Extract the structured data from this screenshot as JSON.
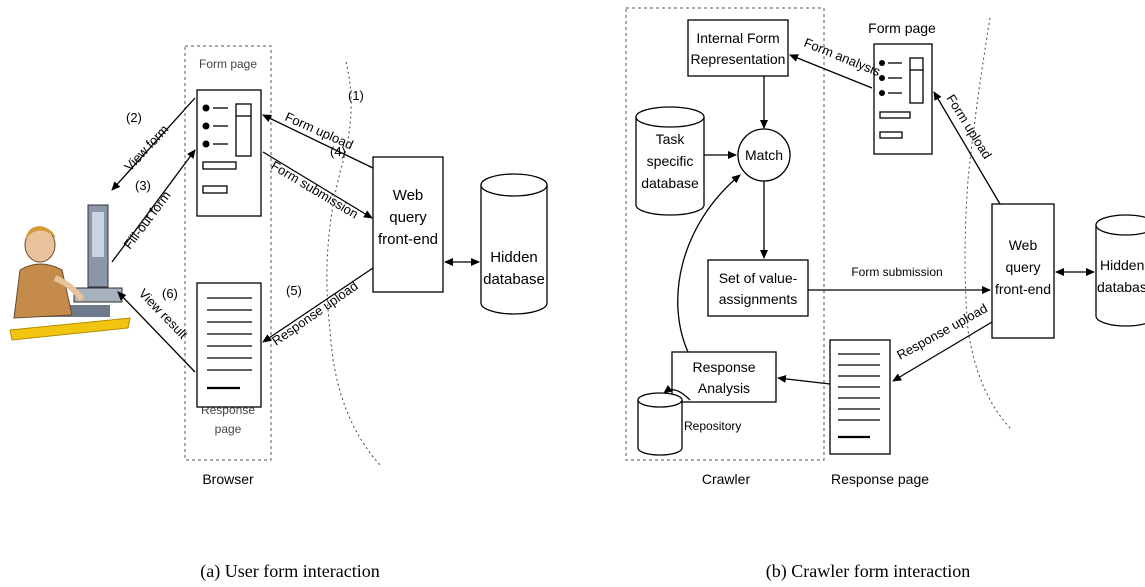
{
  "left": {
    "form_page": "Form page",
    "response_page_1": "Response",
    "response_page_2": "page",
    "browser": "Browser",
    "web_1": "Web",
    "web_2": "query",
    "web_3": "front-end",
    "hidden_1": "Hidden",
    "hidden_2": "database",
    "step1": "(1)",
    "step2": "(2)",
    "step3": "(3)",
    "step4": "(4)",
    "step5": "(5)",
    "step6": "(6)",
    "view_form": "View form",
    "fill_out_form": "Fill-out form",
    "view_result": "View result",
    "form_upload": "Form upload",
    "form_submission": "Form submission",
    "response_upload": "Response upload",
    "caption": "(a) User form interaction"
  },
  "right": {
    "internal_1": "Internal Form",
    "internal_2": "Representation",
    "form_page": "Form page",
    "form_analysis": "Form analysis",
    "task_1": "Task",
    "task_2": "specific",
    "task_3": "database",
    "match": "Match",
    "set_1": "Set of value-",
    "set_2": "assignments",
    "form_submission": "Form submission",
    "form_upload": "Form upload",
    "web_1": "Web",
    "web_2": "query",
    "web_3": "front-end",
    "hidden_1": "Hidden",
    "hidden_2": "databas",
    "response_upload": "Response upload",
    "resp_an_1": "Response",
    "resp_an_2": "Analysis",
    "repository": "Repository",
    "crawler": "Crawler",
    "response_page": "Response page",
    "caption": "(b) Crawler form interaction"
  }
}
